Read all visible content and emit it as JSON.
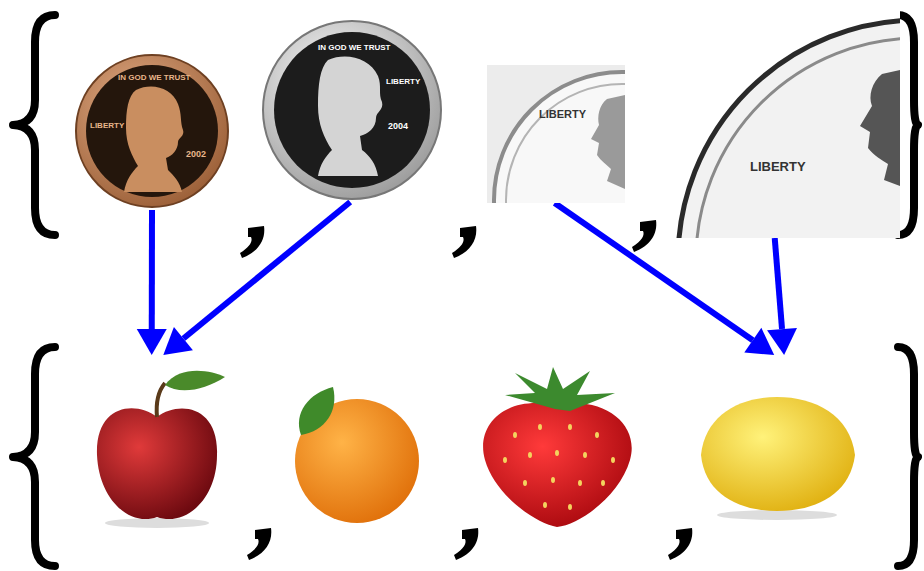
{
  "diagram": {
    "nodes": [
      {
        "text": [
          "IN GOD WE TRUST",
          "LIBERTY",
          "2002"
        ]
      },
      {
        "text": [
          "IN GOD WE TRUST",
          "LIBERTY",
          "2004"
        ]
      },
      {
        "text": [
          "LIBERTY"
        ]
      },
      {
        "text": [
          "LIBERTY"
        ]
      },
      {
        "text": []
      },
      {
        "text": []
      },
      {
        "text": []
      },
      {
        "text": []
      }
    ],
    "edges": [
      {
        "from": 0,
        "to": 4,
        "arrow": "to"
      },
      {
        "from": 1,
        "to": 4,
        "arrow": "to"
      },
      {
        "from": 2,
        "to": 7,
        "arrow": "to"
      },
      {
        "from": 3,
        "to": 7,
        "arrow": "to"
      }
    ]
  }
}
